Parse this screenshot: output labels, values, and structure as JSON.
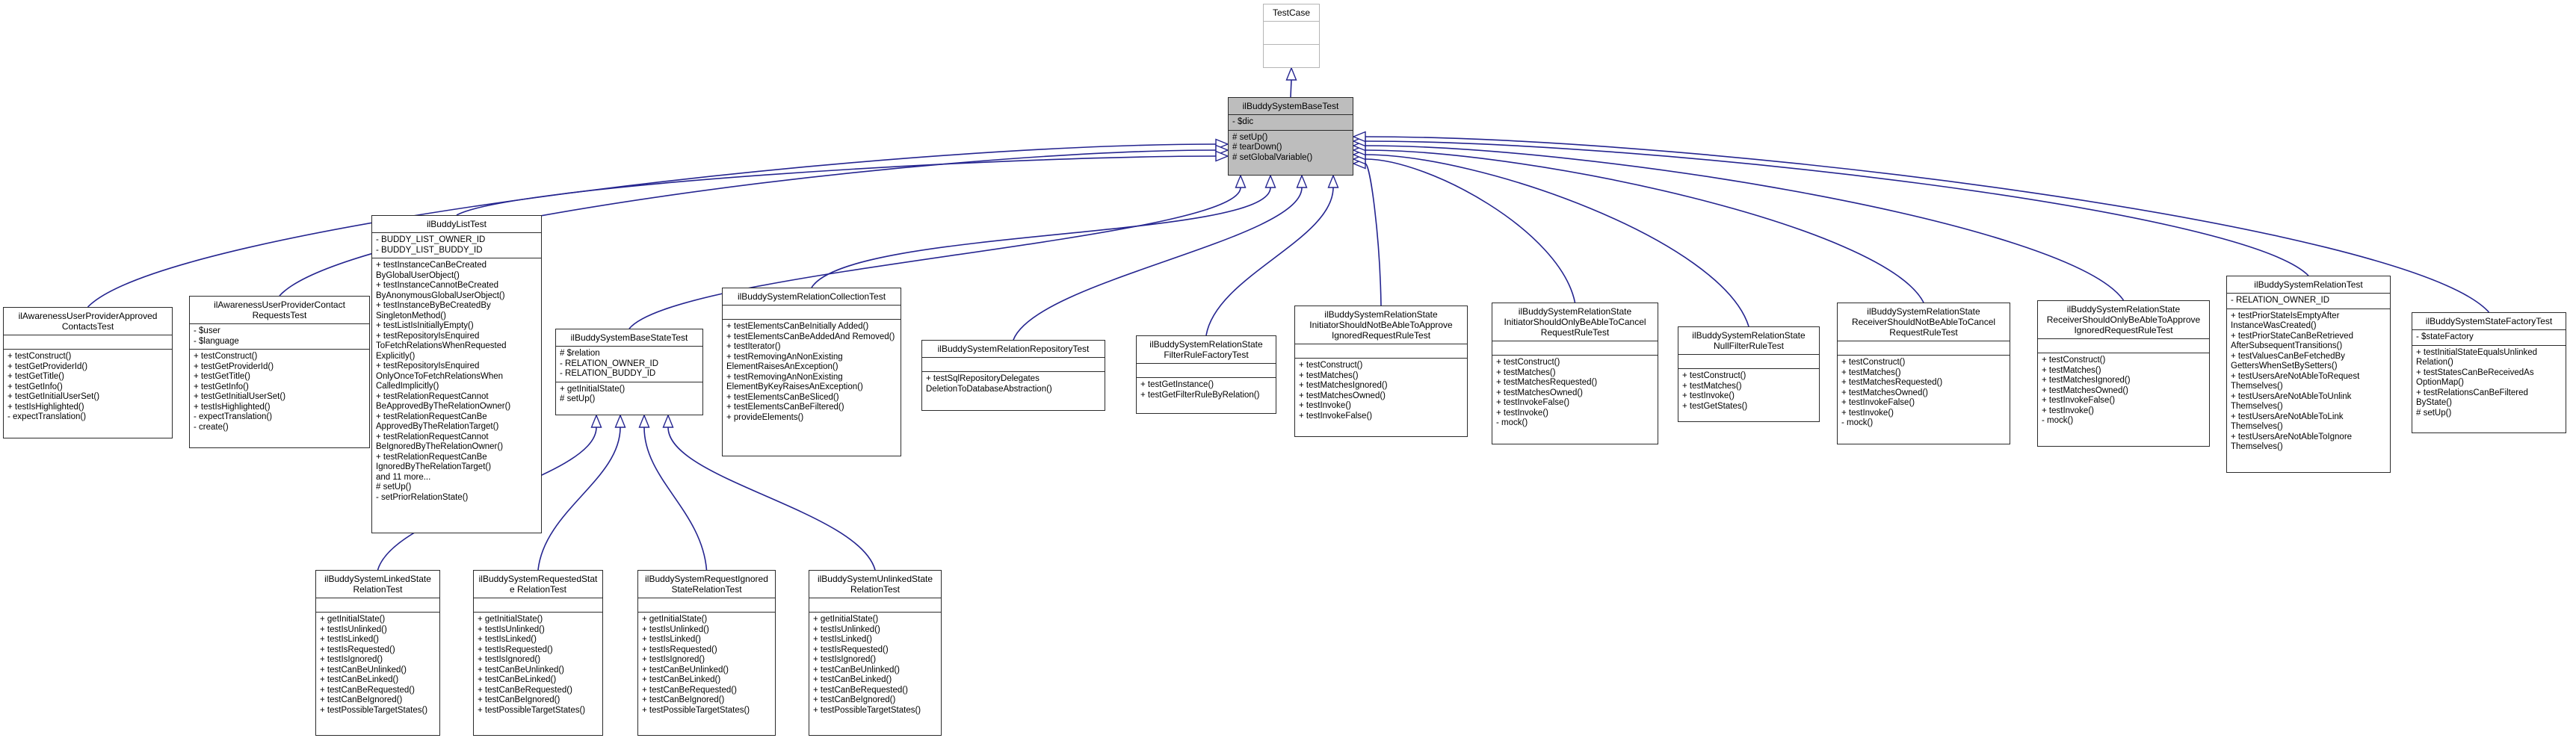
{
  "diagram": {
    "kind": "uml-class-inheritance-diagram",
    "colors": {
      "edge": "#24248f",
      "arrow_fill": "#ffffff",
      "highlight_fill": "#bdbdbd",
      "box_border": "#2b2b2b",
      "external_border": "#b5b5b5",
      "background": "#ffffff"
    }
  },
  "classes": [
    {
      "id": "testcase",
      "name": "TestCase",
      "attributes": [],
      "methods": []
    },
    {
      "id": "base",
      "name": "ilBuddySystemBaseTest",
      "attributes": [
        "- $dic"
      ],
      "methods": [
        "# setUp()",
        "# tearDown()",
        "# setGlobalVariable()"
      ]
    },
    {
      "id": "awareness-approved",
      "name": "ilAwarenessUserProviderApproved ContactsTest",
      "attributes": [],
      "methods": [
        "+ testConstruct()",
        "+ testGetProviderId()",
        "+ testGetTitle()",
        "+ testGetInfo()",
        "+ testGetInitialUserSet()",
        "+ testIsHighlighted()",
        "- expectTranslation()"
      ]
    },
    {
      "id": "awareness-contact-requests",
      "name": "ilAwarenessUserProviderContact RequestsTest",
      "attributes": [
        "- $user",
        "- $language"
      ],
      "methods": [
        "+ testConstruct()",
        "+ testGetProviderId()",
        "+ testGetTitle()",
        "+ testGetInfo()",
        "+ testGetInitialUserSet()",
        "+ testIsHighlighted()",
        "- expectTranslation()",
        "- create()"
      ]
    },
    {
      "id": "buddy-list",
      "name": "ilBuddyListTest",
      "attributes": [
        "- BUDDY_LIST_OWNER_ID",
        "- BUDDY_LIST_BUDDY_ID"
      ],
      "methods": [
        "+ testInstanceCanBeCreated ByGlobalUserObject()",
        "+ testInstanceCannotBeCreated ByAnonymousGlobalUserObject()",
        "+ testInstanceByBeCreatedBy SingletonMethod()",
        "+ testListIsInitiallyEmpty()",
        "+ testRepositoryIsEnquired ToFetchRelationsWhenRequested Explicitly()",
        "+ testRepositoryIsEnquired OnlyOnceToFetchRelationsWhen CalledImplicitly()",
        "+ testRelationRequestCannot BeApprovedByTheRelationOwner()",
        "+ testRelationRequestCanBe ApprovedByTheRelationTarget()",
        "+ testRelationRequestCannot BeIgnoredByTheRelationOwner()",
        "+ testRelationRequestCanBe IgnoredByTheRelationTarget()",
        "and 11 more...",
        "# setUp()",
        "- setPriorRelationState()"
      ]
    },
    {
      "id": "base-state",
      "name": "ilBuddySystemBaseStateTest",
      "attributes": [
        "# $relation",
        "- RELATION_OWNER_ID",
        "- RELATION_BUDDY_ID"
      ],
      "methods": [
        "+ getInitialState()",
        "# setUp()"
      ]
    },
    {
      "id": "relation-collection",
      "name": "ilBuddySystemRelationCollectionTest",
      "attributes": [],
      "methods": [
        "+ testElementsCanBeInitially Added()",
        "+ testElementsCanBeAddedAnd Removed()",
        "+ testIterator()",
        "+ testRemovingAnNonExisting ElementRaisesAnException()",
        "+ testRemovingAnNonExisting ElementByKeyRaisesAnException()",
        "+ testElementsCanBeSliced()",
        "+ testElementsCanBeFiltered()",
        "+ provideElements()"
      ]
    },
    {
      "id": "relation-repository",
      "name": "ilBuddySystemRelationRepositoryTest",
      "attributes": [],
      "methods": [
        "+ testSqlRepositoryDelegates DeletionToDatabaseAbstraction()"
      ]
    },
    {
      "id": "filter-rule-factory",
      "name": "ilBuddySystemRelationState FilterRuleFactoryTest",
      "attributes": [],
      "methods": [
        "+ testGetInstance()",
        "+ testGetFilterRuleByRelation()"
      ]
    },
    {
      "id": "initiator-not-approve",
      "name": "ilBuddySystemRelationState InitiatorShouldNotBeAbleToApprove IgnoredRequestRuleTest",
      "attributes": [],
      "methods": [
        "+ testConstruct()",
        "+ testMatches()",
        "+ testMatchesIgnored()",
        "+ testMatchesOwned()",
        "+ testInvoke()",
        "+ testInvokeFalse()"
      ]
    },
    {
      "id": "initiator-only-cancel",
      "name": "ilBuddySystemRelationState InitiatorShouldOnlyBeAbleToCancel RequestRuleTest",
      "attributes": [],
      "methods": [
        "+ testConstruct()",
        "+ testMatches()",
        "+ testMatchesRequested()",
        "+ testMatchesOwned()",
        "+ testInvokeFalse()",
        "+ testInvoke()",
        "- mock()"
      ]
    },
    {
      "id": "null-filter-rule",
      "name": "ilBuddySystemRelationState NullFilterRuleTest",
      "attributes": [],
      "methods": [
        "+ testConstruct()",
        "+ testMatches()",
        "+ testInvoke()",
        "+ testGetStates()"
      ]
    },
    {
      "id": "receiver-not-cancel",
      "name": "ilBuddySystemRelationState ReceiverShouldNotBeAbleToCancel RequestRuleTest",
      "attributes": [],
      "methods": [
        "+ testConstruct()",
        "+ testMatches()",
        "+ testMatchesRequested()",
        "+ testMatchesOwned()",
        "+ testInvokeFalse()",
        "+ testInvoke()",
        "- mock()"
      ]
    },
    {
      "id": "receiver-only-approve",
      "name": "ilBuddySystemRelationState ReceiverShouldOnlyBeAbleToApprove IgnoredRequestRuleTest",
      "attributes": [],
      "methods": [
        "+ testConstruct()",
        "+ testMatches()",
        "+ testMatchesIgnored()",
        "+ testMatchesOwned()",
        "+ testInvokeFalse()",
        "+ testInvoke()",
        "- mock()"
      ]
    },
    {
      "id": "relation",
      "name": "ilBuddySystemRelationTest",
      "attributes": [
        "- RELATION_OWNER_ID"
      ],
      "methods": [
        "+ testPriorStateIsEmptyAfter InstanceWasCreated()",
        "+ testPriorStateCanBeRetrieved AfterSubsequentTransitions()",
        "+ testValuesCanBeFetchedBy GettersWhenSetBySetters()",
        "+ testUsersAreNotAbleToRequest Themselves()",
        "+ testUsersAreNotAbleToUnlink Themselves()",
        "+ testUsersAreNotAbleToLink Themselves()",
        "+ testUsersAreNotAbleToIgnore Themselves()"
      ]
    },
    {
      "id": "state-factory",
      "name": "ilBuddySystemStateFactoryTest",
      "attributes": [
        "- $stateFactory"
      ],
      "methods": [
        "+ testInitialStateEqualsUnlinked Relation()",
        "+ testStatesCanBeReceivedAs OptionMap()",
        "+ testRelationsCanBeFiltered ByState()",
        "# setUp()"
      ]
    },
    {
      "id": "linked-state",
      "name": "ilBuddySystemLinkedState RelationTest",
      "attributes": [],
      "methods": [
        "+ getInitialState()",
        "+ testIsUnlinked()",
        "+ testIsLinked()",
        "+ testIsRequested()",
        "+ testIsIgnored()",
        "+ testCanBeUnlinked()",
        "+ testCanBeLinked()",
        "+ testCanBeRequested()",
        "+ testCanBeIgnored()",
        "+ testPossibleTargetStates()"
      ]
    },
    {
      "id": "requested-state",
      "name": "ilBuddySystemRequestedState RelationTest",
      "attributes": [],
      "methods": [
        "+ getInitialState()",
        "+ testIsUnlinked()",
        "+ testIsLinked()",
        "+ testIsRequested()",
        "+ testIsIgnored()",
        "+ testCanBeUnlinked()",
        "+ testCanBeLinked()",
        "+ testCanBeRequested()",
        "+ testCanBeIgnored()",
        "+ testPossibleTargetStates()"
      ]
    },
    {
      "id": "request-ignored-state",
      "name": "ilBuddySystemRequestIgnored StateRelationTest",
      "attributes": [],
      "methods": [
        "+ getInitialState()",
        "+ testIsUnlinked()",
        "+ testIsLinked()",
        "+ testIsRequested()",
        "+ testIsIgnored()",
        "+ testCanBeUnlinked()",
        "+ testCanBeLinked()",
        "+ testCanBeRequested()",
        "+ testCanBeIgnored()",
        "+ testPossibleTargetStates()"
      ]
    },
    {
      "id": "unlinked-state",
      "name": "ilBuddySystemUnlinkedState RelationTest",
      "attributes": [],
      "methods": [
        "+ getInitialState()",
        "+ testIsUnlinked()",
        "+ testIsLinked()",
        "+ testIsRequested()",
        "+ testIsIgnored()",
        "+ testCanBeUnlinked()",
        "+ testCanBeLinked()",
        "+ testCanBeRequested()",
        "+ testCanBeIgnored()",
        "+ testPossibleTargetStates()"
      ]
    }
  ],
  "inheritance": [
    {
      "child": "base",
      "parent": "testcase"
    },
    {
      "child": "awareness-approved",
      "parent": "base"
    },
    {
      "child": "awareness-contact-requests",
      "parent": "base"
    },
    {
      "child": "buddy-list",
      "parent": "base"
    },
    {
      "child": "base-state",
      "parent": "base"
    },
    {
      "child": "relation-collection",
      "parent": "base"
    },
    {
      "child": "relation-repository",
      "parent": "base"
    },
    {
      "child": "filter-rule-factory",
      "parent": "base"
    },
    {
      "child": "initiator-not-approve",
      "parent": "base"
    },
    {
      "child": "initiator-only-cancel",
      "parent": "base"
    },
    {
      "child": "null-filter-rule",
      "parent": "base"
    },
    {
      "child": "receiver-not-cancel",
      "parent": "base"
    },
    {
      "child": "receiver-only-approve",
      "parent": "base"
    },
    {
      "child": "relation",
      "parent": "base"
    },
    {
      "child": "state-factory",
      "parent": "base"
    },
    {
      "child": "linked-state",
      "parent": "base-state"
    },
    {
      "child": "requested-state",
      "parent": "base-state"
    },
    {
      "child": "request-ignored-state",
      "parent": "base-state"
    },
    {
      "child": "unlinked-state",
      "parent": "base-state"
    }
  ]
}
